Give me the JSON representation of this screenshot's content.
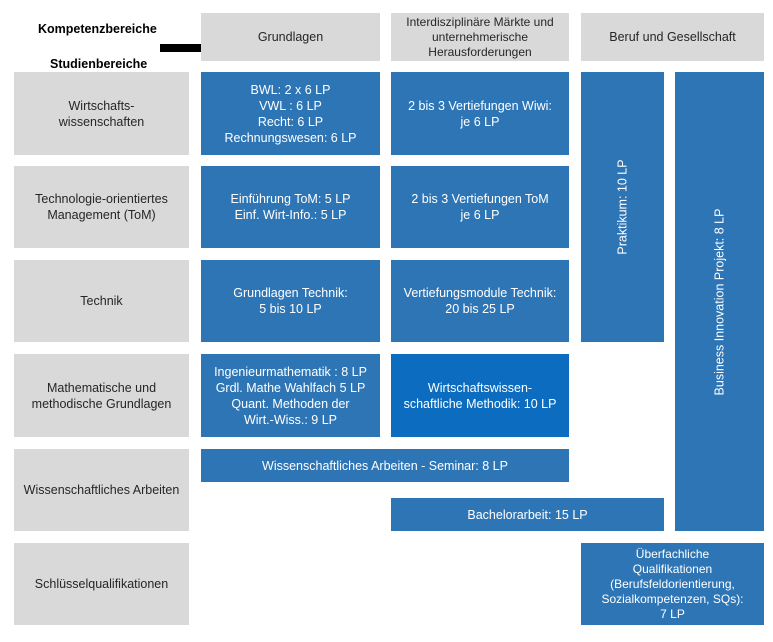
{
  "legend": {
    "kompetenz": "Kompetenzbereiche",
    "studien": "Studienbereiche"
  },
  "columns": {
    "grundlagen": "Grundlagen",
    "interdisziplinaer": "Interdisziplinäre Märkte und\nunternehmerische\nHerausforderungen",
    "beruf": "Beruf und Gesellschaft"
  },
  "rows": {
    "wiwi": "Wirtschafts-\nwissenschaften",
    "tom": "Technologie-orientiertes\nManagement (ToM)",
    "technik": "Technik",
    "mathe": "Mathematische und\nmethodische Grundlagen",
    "wiss": "Wissenschaftliches Arbeiten",
    "sq": "Schlüsselqualifikationen"
  },
  "cells": {
    "wiwi_grundlagen": "BWL: 2 x 6 LP\nVWL : 6 LP\nRecht: 6 LP\nRechnungswesen: 6 LP",
    "wiwi_inter": "2 bis 3 Vertiefungen Wiwi:\nje 6 LP",
    "tom_grundlagen": "Einführung ToM: 5 LP\nEinf. Wirt-Info.: 5 LP",
    "tom_inter": "2 bis 3 Vertiefungen ToM\nje 6 LP",
    "technik_grundlagen": "Grundlagen Technik:\n5 bis 10 LP",
    "technik_inter": "Vertiefungsmodule Technik:\n20 bis 25 LP",
    "mathe_grundlagen": "Ingenieurmathematik : 8 LP\nGrdl. Mathe Wahlfach 5 LP\nQuant. Methoden der\nWirt.-Wiss.: 9 LP",
    "mathe_inter": "Wirtschaftswissen-\nschaftliche Methodik: 10 LP",
    "seminar": "Wissenschaftliches Arbeiten - Seminar: 8 LP",
    "bachelor": "Bachelorarbeit: 15 LP",
    "praktikum": "Praktikum: 10 LP",
    "business": "Business Innovation Projekt: 8 LP",
    "ueberfachlich": "Überfachliche\nQualifikationen\n(Berufsfeldorientierung,\nSozialkompetenzen, SQs):\n7 LP"
  },
  "colors": {
    "grey": "#d9d9d9",
    "blue": "#2e75b6",
    "blue_highlight": "#0b6cc0"
  }
}
